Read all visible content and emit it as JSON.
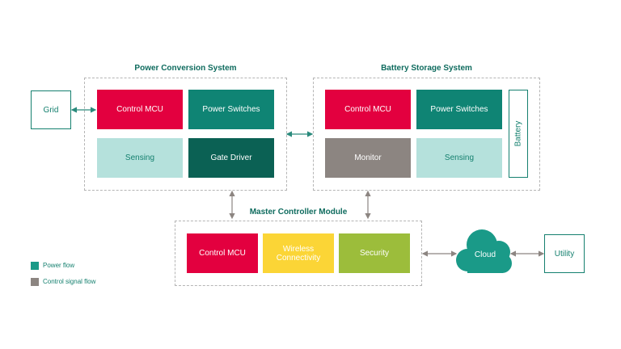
{
  "colors": {
    "red": "#e3003f",
    "teal": "#0f8474",
    "dark_teal": "#0b6154",
    "light_teal": "#b5e1dc",
    "gray": "#8c8581",
    "yellow": "#fbd536",
    "green": "#9cbd3b",
    "outline": "#15806f",
    "dashed": "#b5b5b5"
  },
  "power_conversion": {
    "title": "Power Conversion System",
    "control_mcu": "Control MCU",
    "power_switches": "Power Switches",
    "sensing": "Sensing",
    "gate_driver": "Gate Driver"
  },
  "battery_storage": {
    "title": "Battery Storage System",
    "control_mcu": "Control MCU",
    "power_switches": "Power Switches",
    "monitor": "Monitor",
    "sensing": "Sensing",
    "battery": "Battery"
  },
  "master_controller": {
    "title": "Master Controller Module",
    "control_mcu": "Control MCU",
    "wireless": "Wireless Connectivity",
    "security": "Security"
  },
  "external": {
    "grid": "Grid",
    "cloud": "Cloud",
    "utility": "Utility"
  },
  "legend": {
    "power_flow": "Power flow",
    "control_signal_flow": "Control signal flow",
    "power_color": "#1a9a88",
    "control_color": "#8c8581"
  }
}
